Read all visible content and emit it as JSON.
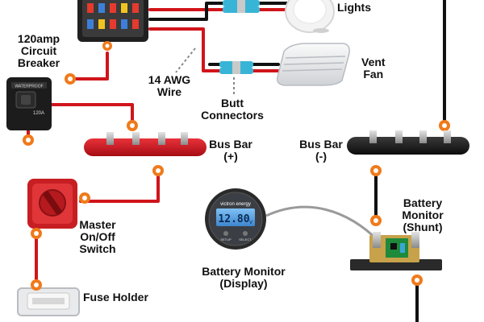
{
  "labels": {
    "lights": "Lights",
    "vent_fan": [
      "Vent",
      "Fan"
    ],
    "circuit_breaker": [
      "120amp",
      "Circuit",
      "Breaker"
    ],
    "wire": [
      "14 AWG",
      "Wire"
    ],
    "butt_connectors": [
      "Butt",
      "Connectors"
    ],
    "bus_bar_pos": [
      "Bus Bar",
      "(+)"
    ],
    "bus_bar_neg": [
      "Bus Bar",
      "(-)"
    ],
    "master_switch": [
      "Master",
      "On/Off",
      "Switch"
    ],
    "battery_monitor_display": [
      "Battery Monitor",
      "(Display)"
    ],
    "battery_monitor_shunt": [
      "Battery",
      "Monitor",
      "(Shunt)"
    ],
    "fuse_holder": "Fuse Holder"
  },
  "display": {
    "brand": "victron energy",
    "reading": "12.80",
    "unit": "V",
    "buttons": [
      "SETUP",
      "SELECT"
    ]
  },
  "breaker_text": {
    "header": "WATERPROOF",
    "rating": "120A"
  },
  "colors": {
    "positive_wire": "#d0151b",
    "negative_wire": "#111111",
    "ring_terminal": "#f07a1a",
    "butt_connector": "#38b5d6",
    "screen": "#5aa6e8"
  }
}
